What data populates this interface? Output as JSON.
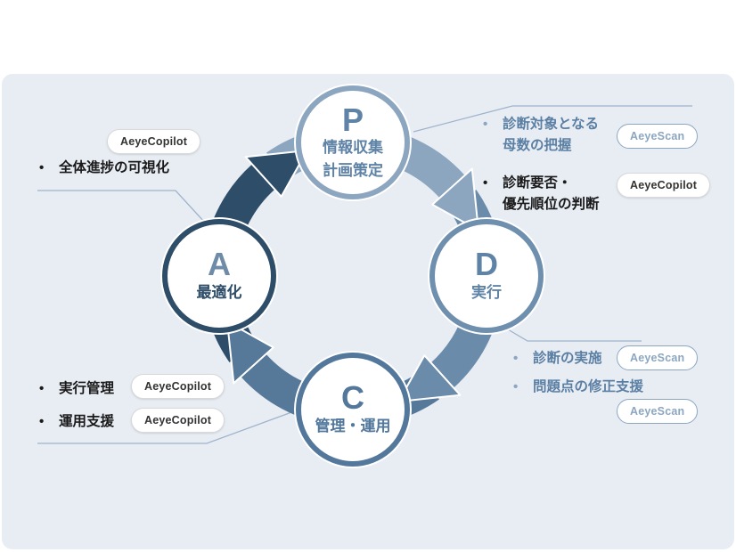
{
  "background": {
    "page": "#ffffff",
    "panel": "#E8EDF4"
  },
  "cycle": {
    "connector_color": "#9FB4CB",
    "nodes": [
      {
        "key": "plan",
        "letter": "P",
        "lines": [
          "情報収集",
          "計画策定"
        ],
        "border_color": "#8CA6C0",
        "letter_color": "#5F83A6",
        "label_color": "#5F83A6"
      },
      {
        "key": "do",
        "letter": "D",
        "lines": [
          "実行"
        ],
        "border_color": "#6E8FAD",
        "letter_color": "#5F83A6",
        "label_color": "#5F83A6"
      },
      {
        "key": "check",
        "letter": "C",
        "lines": [
          "管理・運用"
        ],
        "border_color": "#53789C",
        "letter_color": "#53789C",
        "label_color": "#53789C"
      },
      {
        "key": "act",
        "letter": "A",
        "lines": [
          "最適化"
        ],
        "border_color": "#2E4D68",
        "letter_color": "#6E8BA8",
        "label_color": "#2E4D68"
      }
    ],
    "arrows": [
      {
        "name": "act-to-plan",
        "color": "#2E4D68"
      },
      {
        "name": "plan-to-do",
        "color": "#8CA6C0"
      },
      {
        "name": "do-to-check",
        "color": "#6B8BAA"
      },
      {
        "name": "check-to-act",
        "color": "#567899"
      }
    ]
  },
  "products": {
    "aeyescan": {
      "label": "AeyeScan",
      "text_color": "#8CA6C0",
      "border_color": "#8CA6C0"
    },
    "aeyecopilot": {
      "label": "AeyeCopilot",
      "text_color": "#333333",
      "border_color": "#D9D9D9"
    }
  },
  "annotations": {
    "bullet_char": "•",
    "top_left": {
      "item1": {
        "text": "全体進捗の可視化",
        "color": "#1A1A1A",
        "bullet_color": "#1A1A1A"
      }
    },
    "top_right": {
      "item1": {
        "line1": "診断対象となる",
        "line2": "母数の把握",
        "color": "#5B7FA3",
        "bullet_color": "#8CA6C0"
      },
      "item2": {
        "line1": "診断要否・",
        "line2": "優先順位の判断",
        "color": "#1A1A1A",
        "bullet_color": "#1A1A1A"
      }
    },
    "bottom_right": {
      "item1": {
        "text": "診断の実施",
        "color": "#5B7FA3",
        "bullet_color": "#8CA6C0"
      },
      "item2": {
        "text": "問題点の修正支援",
        "color": "#5B7FA3",
        "bullet_color": "#8CA6C0"
      }
    },
    "bottom_left": {
      "item1": {
        "text": "実行管理",
        "color": "#1A1A1A",
        "bullet_color": "#1A1A1A"
      },
      "item2": {
        "text": "運用支援",
        "color": "#1A1A1A",
        "bullet_color": "#1A1A1A"
      }
    }
  }
}
